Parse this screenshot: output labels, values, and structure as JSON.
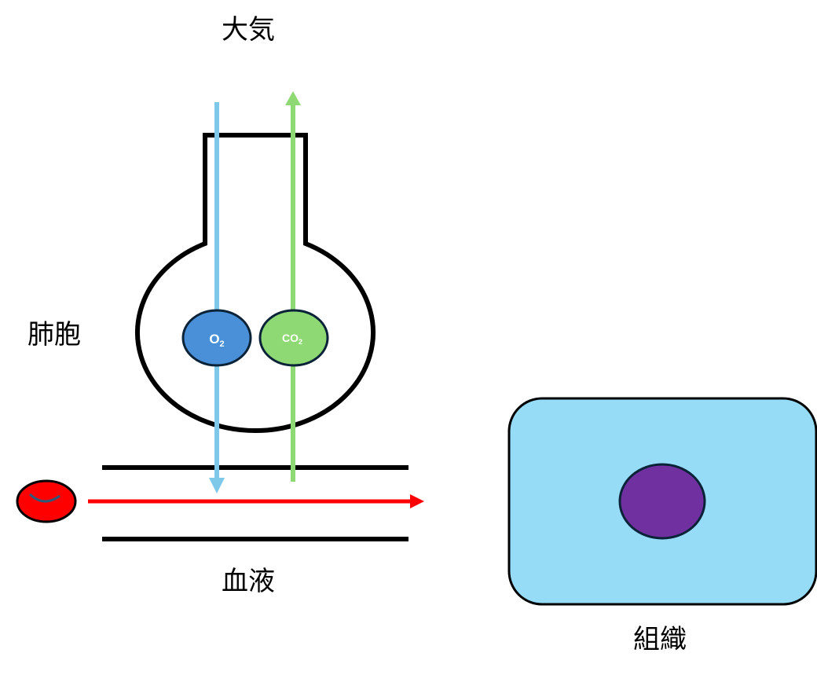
{
  "labels": {
    "atmosphere": "大気",
    "alveolus": "肺胞",
    "blood": "血液",
    "tissue": "組織"
  },
  "molecules": {
    "oxygen": {
      "base": "O",
      "sub": "2",
      "color": "#4a90d9"
    },
    "carbon_dioxide": {
      "base": "CO",
      "sub": "2",
      "color": "#8fd974"
    }
  },
  "colors": {
    "oxygen_arrow": "#7ec8ea",
    "co2_arrow": "#8fd974",
    "blood_flow_arrow": "#ff0000",
    "red_blood_cell": "#ff0000",
    "tissue_cell": "#97dcf7",
    "nucleus": "#7030a0",
    "outline": "#000000"
  }
}
